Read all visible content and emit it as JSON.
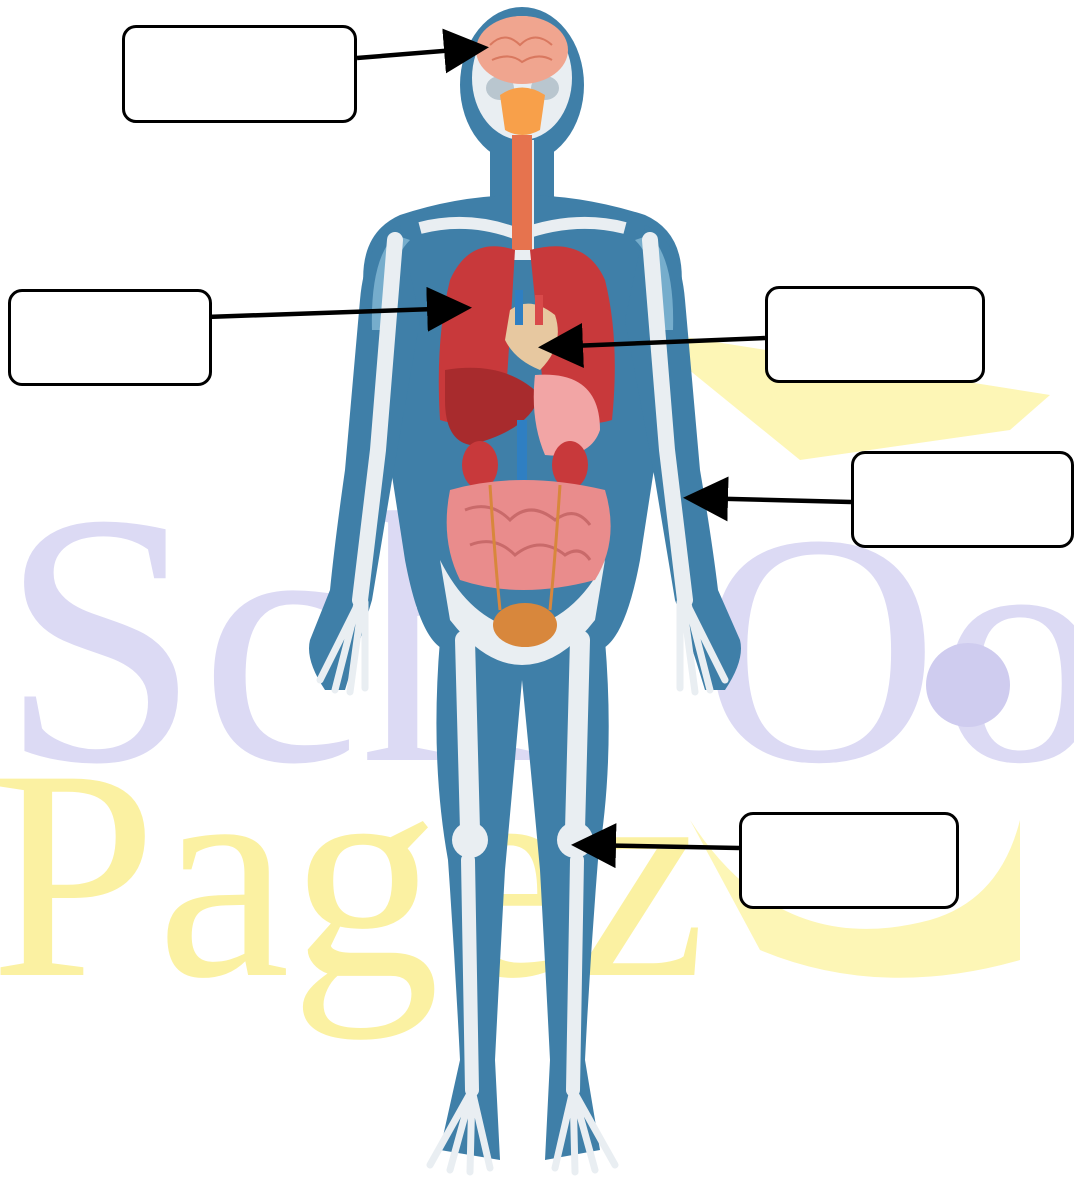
{
  "diagram": {
    "watermark": {
      "line1": "Sch",
      "line1_right": "Oo",
      "line2": "Pagez",
      "colors": {
        "purple": "#d9d8f3",
        "yellow": "#fdf6b6"
      }
    },
    "body_colors": {
      "skin": "#3f7fa8",
      "skin_light": "#8fc1dc",
      "bone": "#e9eef2",
      "lungs": "#c8393b",
      "liver": "#a82b2d",
      "brain": "#f0a58f",
      "intestine": "#e98c8c",
      "bladder": "#d8873c",
      "vessel": "#2f7fc2"
    },
    "label_boxes": [
      {
        "id": "brain",
        "text": ""
      },
      {
        "id": "lungs",
        "text": ""
      },
      {
        "id": "heart",
        "text": ""
      },
      {
        "id": "arm",
        "text": ""
      },
      {
        "id": "knee",
        "text": ""
      }
    ]
  }
}
